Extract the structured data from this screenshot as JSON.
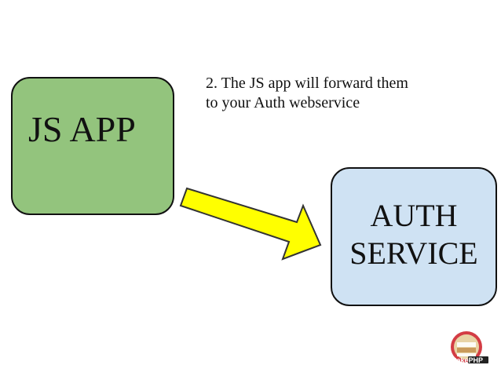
{
  "caption": {
    "line1": "2. The JS app will forward them",
    "line2": "to your Auth webservice"
  },
  "js_app": {
    "label": "JS APP",
    "fill_color": "#93c47d"
  },
  "auth_service": {
    "line1": "AUTH",
    "line2": "SERVICE",
    "fill_color": "#cfe2f3"
  },
  "arrow": {
    "fill_color": "#ffff00",
    "stroke_color": "#333333",
    "from": "JS APP",
    "to": "AUTH SERVICE"
  },
  "logo": {
    "icon": "cakephp-logo-icon",
    "text": "CakePHP",
    "primary_color": "#d33c44"
  }
}
